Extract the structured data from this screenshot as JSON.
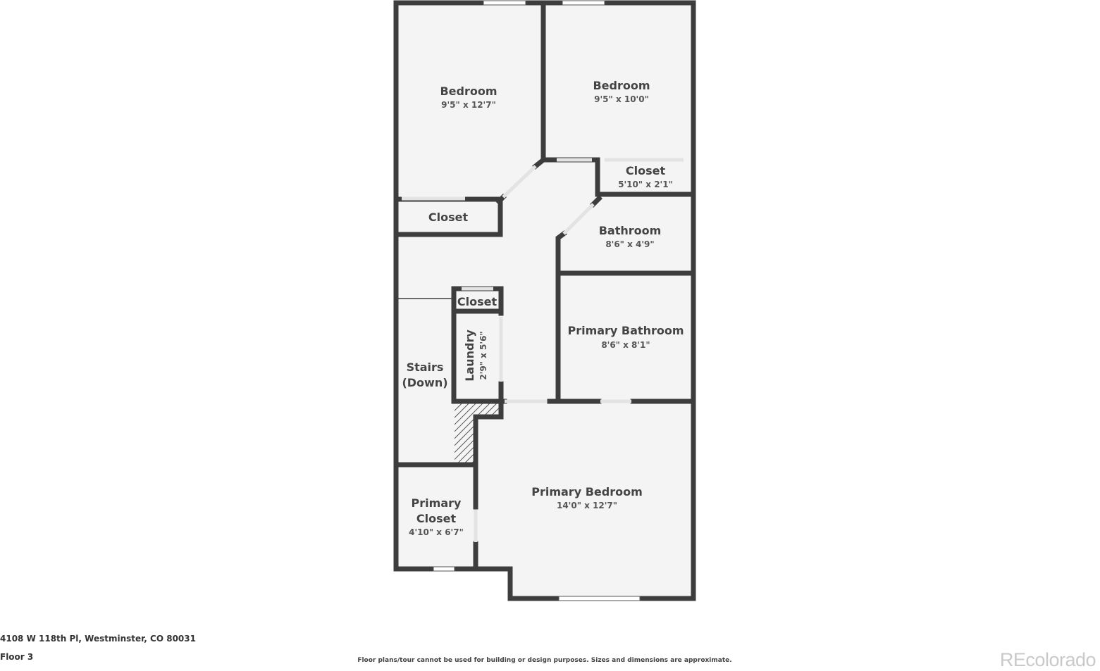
{
  "rooms": {
    "bedroom_1": {
      "name": "Bedroom",
      "dims": "9'5\" x 12'7\""
    },
    "bedroom_2": {
      "name": "Bedroom",
      "dims": "9'5\" x 10'0\""
    },
    "closet_top": {
      "name": "Closet",
      "dims": "5'10\" x 2'1\""
    },
    "closet_left": {
      "name": "Closet"
    },
    "bathroom": {
      "name": "Bathroom",
      "dims": "8'6\" x 4'9\""
    },
    "closet_small": {
      "name": "Closet"
    },
    "laundry": {
      "name": "Laundry",
      "dims": "2'9\" x 5'6\""
    },
    "primary_bathroom": {
      "name": "Primary Bathroom",
      "dims": "8'6\" x 8'1\""
    },
    "stairs": {
      "line1": "Stairs",
      "line2": "(Down)"
    },
    "primary_closet": {
      "line1": "Primary",
      "line2": "Closet",
      "dims": "4'10\" x 6'7\""
    },
    "primary_bedroom": {
      "name": "Primary Bedroom",
      "dims": "14'0\" x 12'7\""
    }
  },
  "footer": {
    "address": "4108 W 118th Pl, Westminster, CO 80031",
    "floor": "Floor 3",
    "disclaimer": "Floor plans/tour cannot be used for building or design purposes. Sizes and dimensions are approximate.",
    "watermark": "REcolorado"
  },
  "colors": {
    "wall": "#3d3d3d",
    "floor": "#f4f4f4",
    "window": "#ffffff"
  }
}
